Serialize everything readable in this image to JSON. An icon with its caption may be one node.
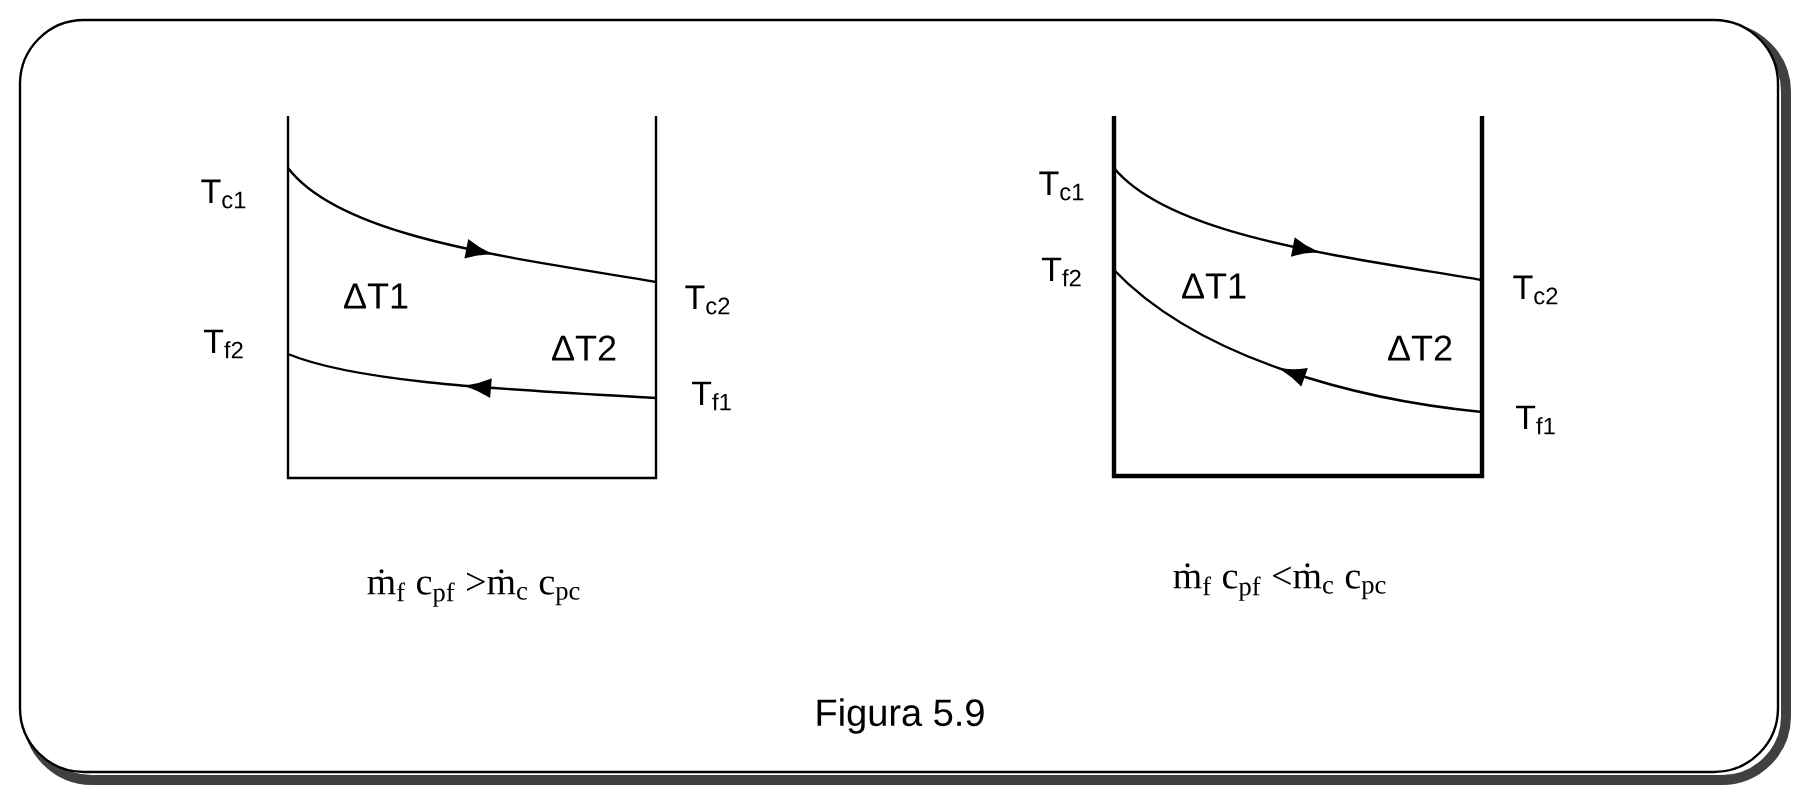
{
  "diagram": {
    "caption": "Figura 5.9",
    "labels": [
      "T$_{c1}$",
      "ΔT1",
      "T$_{f2}$",
      "T$_{c2}$",
      "ΔT2",
      "T$_{f1}$",
      "ṁ$_{f}$  c$_{pf}$ >ṁ$_{c}$  c$_{pc}$",
      "T$_{c1}$",
      "T$_{f2}$",
      "ΔT1",
      "T$_{c2}$",
      "ΔT2",
      "T$_{f1}$",
      "ṁ$_{f}$  c$_{pf}$ <ṁ$_{c}$  c$_{pc}$"
    ]
  }
}
